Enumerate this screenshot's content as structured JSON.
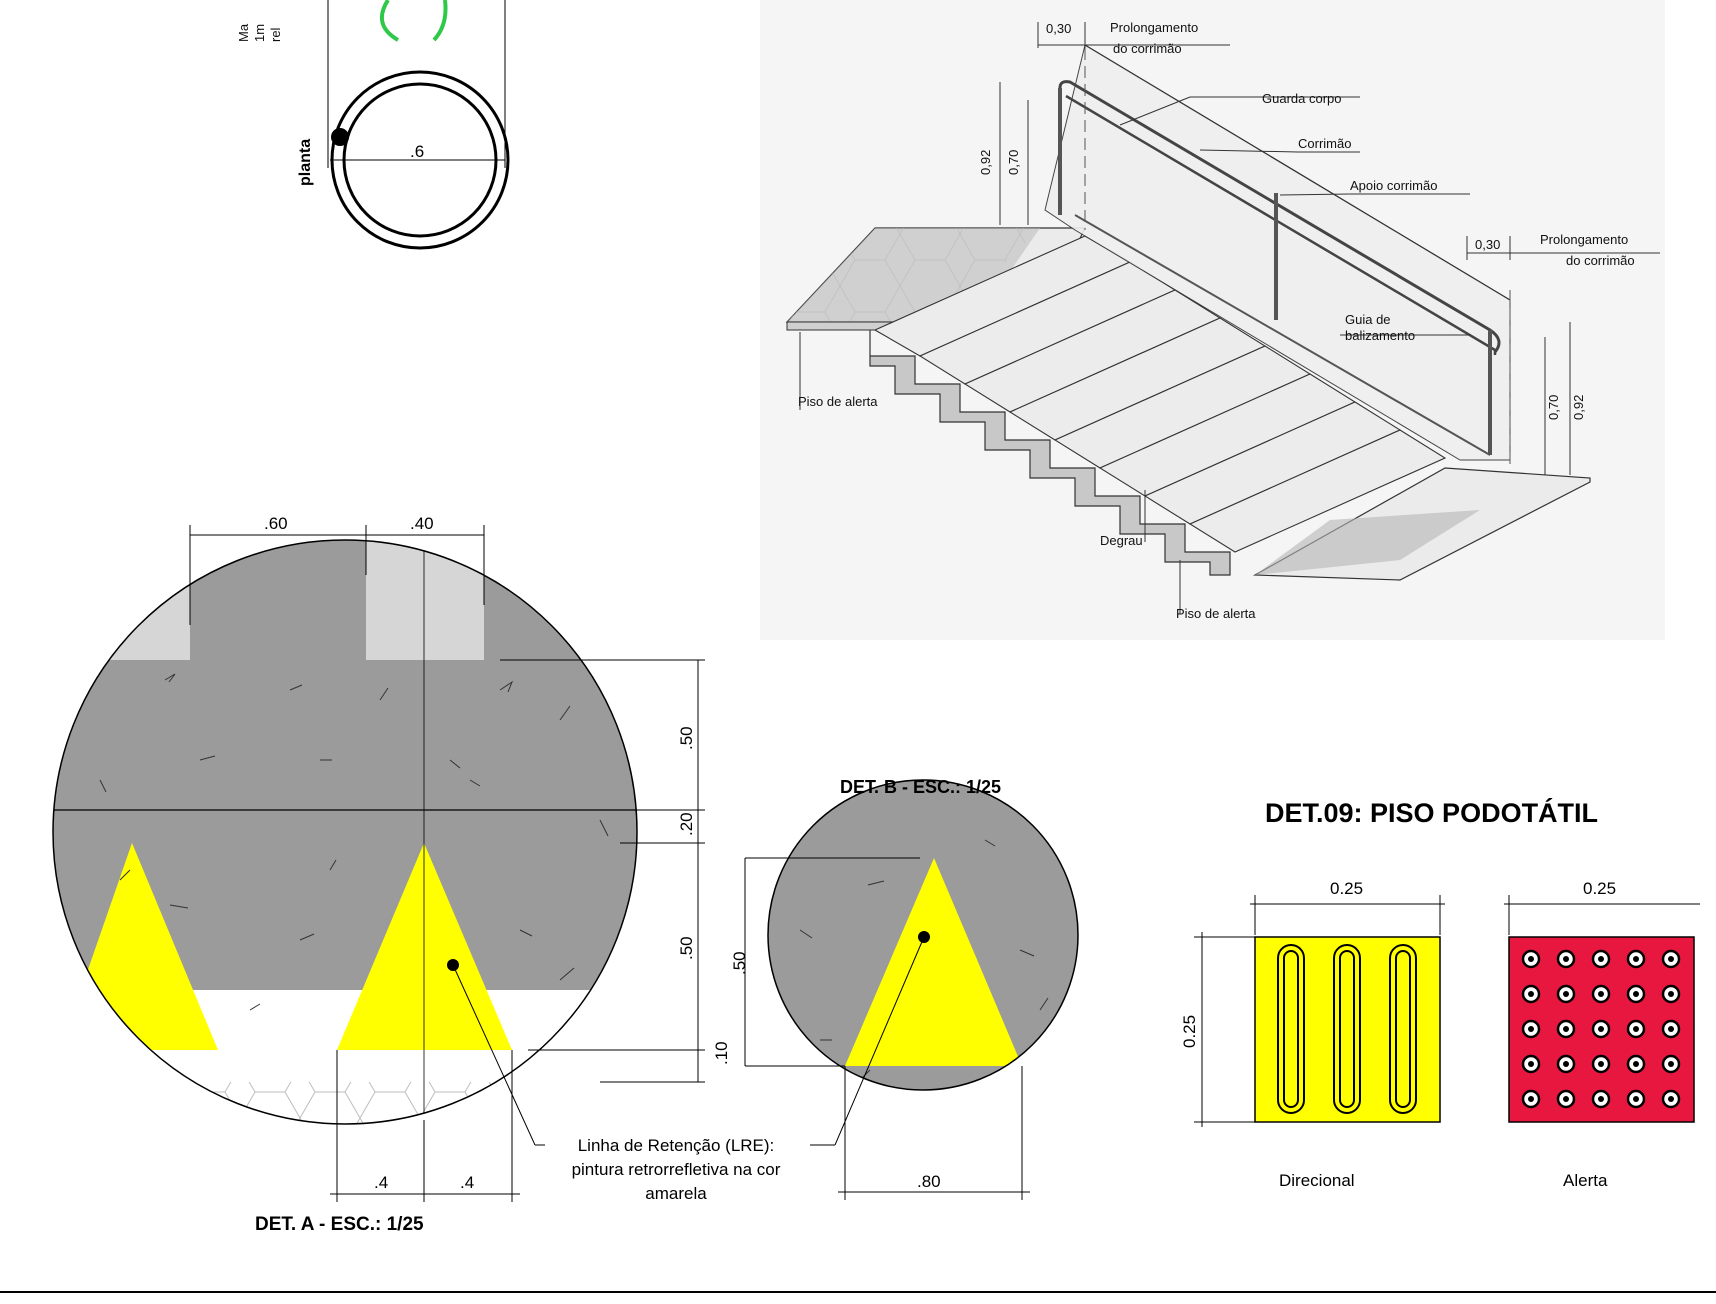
{
  "planta": {
    "label": "planta",
    "diameter": ".6",
    "side_text": [
      "Ma",
      "1m",
      "rel"
    ]
  },
  "stair": {
    "prolong_top_dim": "0,30",
    "prolong_top_line1": "Prolongamento",
    "prolong_top_line2": "do corrimão",
    "guarda_corpo": "Guarda corpo",
    "corrimao": "Corrimão",
    "apoio_corrimao": "Apoio corrimão",
    "prolong_right_dim": "0,30",
    "prolong_right_line1": "Prolongamento",
    "prolong_right_line2": "do corrimão",
    "guia_line1": "Guia de",
    "guia_line2": "balizamento",
    "piso_alerta_left": "Piso de alerta",
    "degrau": "Degrau",
    "piso_alerta_bottom": "Piso de alerta",
    "h_left_092": "0,92",
    "h_left_070": "0,70",
    "h_right_070": "0,70",
    "h_right_092": "0,92"
  },
  "det_a": {
    "title": "DET. A - ESC.: 1/25",
    "dim_top_1": ".60",
    "dim_top_2": ".40",
    "dim_v_1": ".50",
    "dim_v_2": ".20",
    "dim_v_3": ".50",
    "dim_v_4": ".10",
    "dim_b_1": ".4",
    "dim_b_2": ".4"
  },
  "det_b": {
    "title": "DET. B - ESC.: 1/25",
    "dim_v": ".50",
    "dim_b": ".80"
  },
  "lre_note": {
    "line1": "Linha de Retenção (LRE):",
    "line2": "pintura retrorrefletiva na cor",
    "line3": "amarela"
  },
  "det_09": {
    "title": "DET.09: PISO PODOTÁTIL",
    "dir_width": "0.25",
    "dir_height": "0.25",
    "alerta_width": "0.25",
    "dir_label": "Direcional",
    "alerta_label": "Alerta",
    "colors": {
      "direcional": "#ffff00",
      "alerta": "#e8173f",
      "lre": "#ffff00",
      "concrete": "#9b9b9b"
    }
  }
}
